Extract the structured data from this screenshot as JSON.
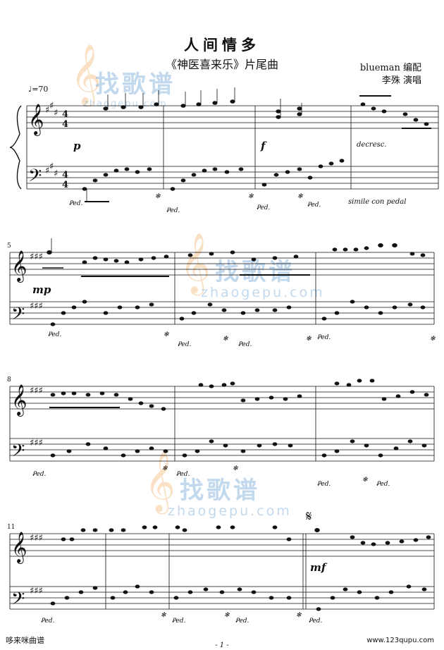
{
  "header": {
    "title": "人间情多",
    "subtitle": "《神医喜来乐》片尾曲",
    "arranger": "blueman 编配",
    "performer": "李殊 演唱",
    "tempo": "♩=70"
  },
  "markings": {
    "p": "p",
    "f": "f",
    "mp": "mp",
    "mf": "mf",
    "decresc": "decresc.",
    "simile": "simile con pedal",
    "segno": "𝄋",
    "pedal": "Ꝑed.",
    "pedal_release": "✻"
  },
  "measure_numbers": [
    "5",
    "8",
    "11"
  ],
  "watermarks": {
    "site_cn": "找歌谱",
    "site_url": "zhaogepu.com",
    "site_url_short": "zhaogepu.com"
  },
  "footer": {
    "left": "哆来咪曲谱",
    "right": "www.123qupu.com",
    "page": "- 1 -"
  }
}
